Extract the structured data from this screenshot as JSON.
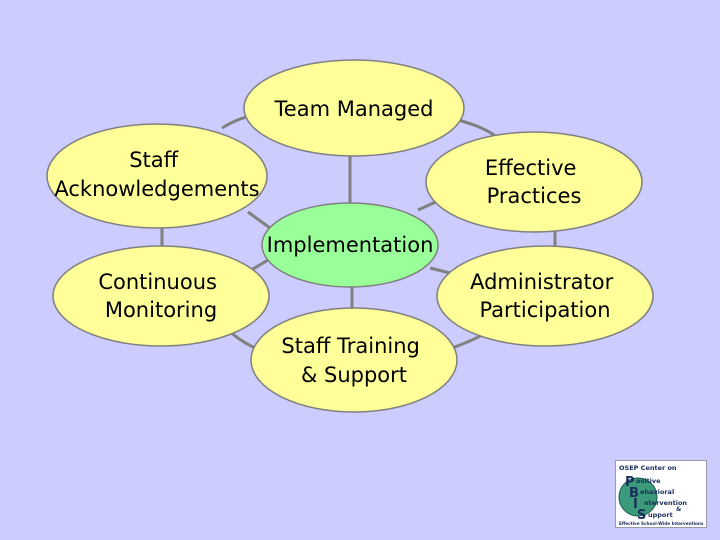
{
  "diagram": {
    "background_color": "#CCCCFF",
    "outer_node_color": "#FFFF99",
    "center_node_color": "#99FF99",
    "outline_color": "#808080",
    "center": {
      "lines": [
        "Implementation"
      ]
    },
    "nodes": {
      "team_managed": {
        "lines": [
          "Team Managed"
        ]
      },
      "effective_practices": {
        "lines": [
          "Effective",
          "Practices"
        ]
      },
      "administrator_participation": {
        "lines": [
          "Administrator",
          "Participation"
        ]
      },
      "staff_training": {
        "lines": [
          "Staff Training",
          "& Support"
        ]
      },
      "continuous_monitoring": {
        "lines": [
          "Continuous",
          "Monitoring"
        ]
      },
      "staff_acknowledgements": {
        "lines": [
          "Staff",
          "Acknowledgements"
        ]
      }
    }
  },
  "logo": {
    "header": "OSEP Center on",
    "lines": [
      "ositive",
      "ehavioral",
      "ntervention",
      "&",
      "upport"
    ],
    "letters": [
      "P",
      "B",
      "I",
      "S"
    ],
    "footer": "Effective School-Wide Interventions"
  }
}
